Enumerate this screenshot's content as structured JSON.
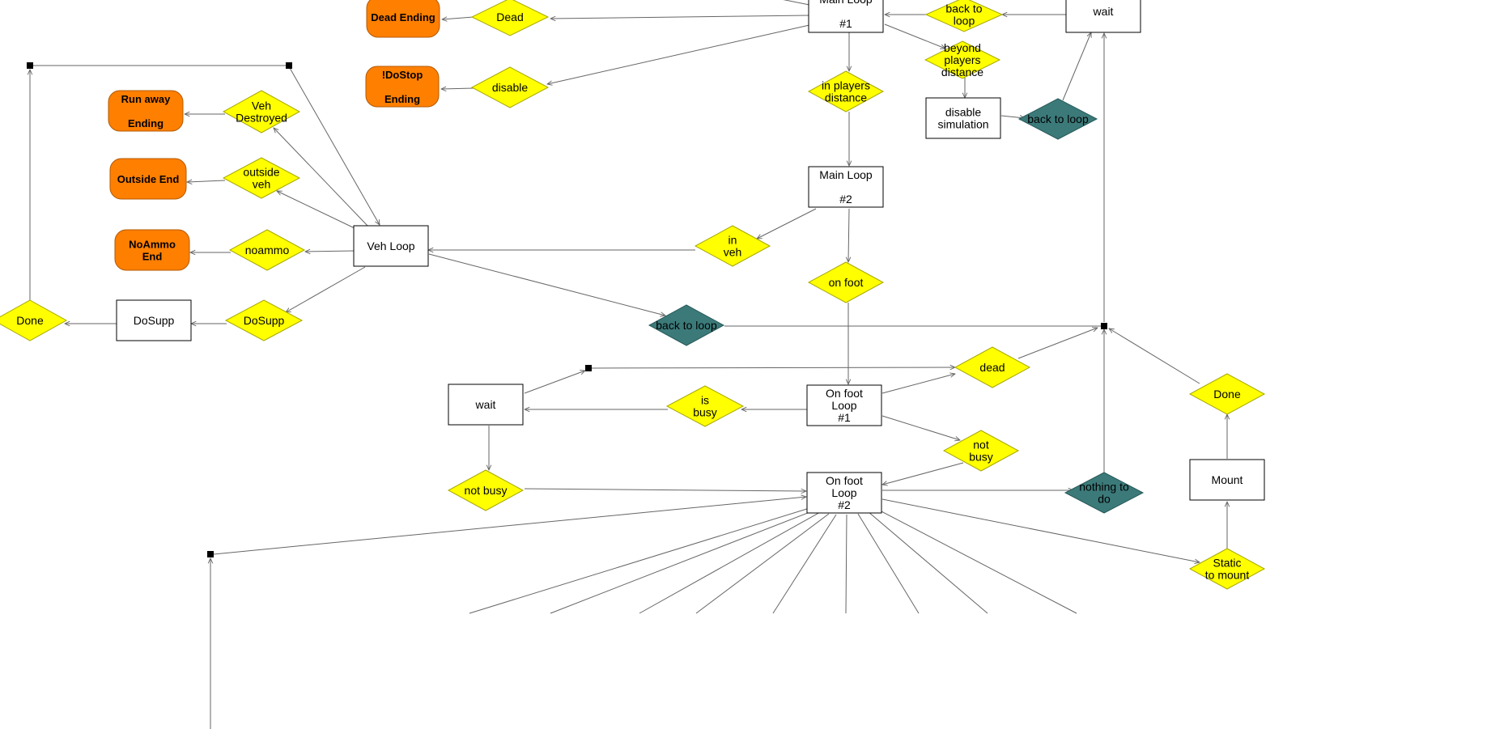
{
  "diagram": {
    "colors": {
      "background": "#ffffff",
      "box_fill": "#ffffff",
      "box_stroke": "#000000",
      "decision_fill": "#ffff00",
      "decision_stroke": "#a8a800",
      "teal_fill": "#3c7a7a",
      "teal_stroke": "#285a5a",
      "ending_fill": "#ff7f00",
      "ending_stroke": "#b35900",
      "edge": "#666666",
      "junction": "#000000"
    },
    "nodes": [
      {
        "id": "main1",
        "kind": "box",
        "lines": [
          "Main Loop",
          "",
          "#1"
        ]
      },
      {
        "id": "wait_top",
        "kind": "box",
        "lines": [
          "wait"
        ]
      },
      {
        "id": "back_to_loop_top",
        "kind": "decision",
        "lines": [
          "back to",
          "loop"
        ]
      },
      {
        "id": "dead_top",
        "kind": "decision",
        "lines": [
          "Dead"
        ]
      },
      {
        "id": "dead_ending",
        "kind": "ending",
        "lines": [
          "Dead Ending"
        ]
      },
      {
        "id": "disable",
        "kind": "decision",
        "lines": [
          "disable"
        ]
      },
      {
        "id": "dostop_ending",
        "kind": "ending",
        "lines": [
          "!DoStop",
          "",
          "Ending"
        ]
      },
      {
        "id": "beyond",
        "kind": "decision",
        "lines": [
          "beyond",
          "players",
          "distance"
        ]
      },
      {
        "id": "in_players",
        "kind": "decision",
        "lines": [
          "in players",
          "distance"
        ]
      },
      {
        "id": "disable_sim",
        "kind": "box",
        "lines": [
          "disable",
          "simulation"
        ]
      },
      {
        "id": "back_to_loop_teal1",
        "kind": "teal",
        "lines": [
          "back to loop"
        ]
      },
      {
        "id": "main2",
        "kind": "box",
        "lines": [
          "Main Loop",
          "",
          "#2"
        ]
      },
      {
        "id": "in_veh",
        "kind": "decision",
        "lines": [
          "in",
          "veh"
        ]
      },
      {
        "id": "on_foot",
        "kind": "decision",
        "lines": [
          "on foot"
        ]
      },
      {
        "id": "veh_loop",
        "kind": "box",
        "lines": [
          "Veh Loop"
        ]
      },
      {
        "id": "veh_destroyed",
        "kind": "decision",
        "lines": [
          "Veh",
          "Destroyed"
        ]
      },
      {
        "id": "run_away",
        "kind": "ending",
        "lines": [
          "Run away",
          "",
          "Ending"
        ]
      },
      {
        "id": "outside_veh",
        "kind": "decision",
        "lines": [
          "outside",
          "veh"
        ]
      },
      {
        "id": "outside_end",
        "kind": "ending",
        "lines": [
          "Outside End"
        ]
      },
      {
        "id": "noammo",
        "kind": "decision",
        "lines": [
          "noammo"
        ]
      },
      {
        "id": "noammo_end",
        "kind": "ending",
        "lines": [
          "NoAmmo",
          "End"
        ]
      },
      {
        "id": "dosupp_dec",
        "kind": "decision",
        "lines": [
          "DoSupp"
        ]
      },
      {
        "id": "dosupp_box",
        "kind": "box",
        "lines": [
          "DoSupp"
        ]
      },
      {
        "id": "done_left",
        "kind": "decision",
        "lines": [
          "Done"
        ]
      },
      {
        "id": "back_to_loop_teal2",
        "kind": "teal",
        "lines": [
          "back to loop"
        ]
      },
      {
        "id": "dead_mid",
        "kind": "decision",
        "lines": [
          "dead"
        ]
      },
      {
        "id": "onfoot1",
        "kind": "box",
        "lines": [
          "On foot",
          "Loop",
          "#1"
        ]
      },
      {
        "id": "is_busy",
        "kind": "decision",
        "lines": [
          "is",
          "busy"
        ]
      },
      {
        "id": "wait_mid",
        "kind": "box",
        "lines": [
          "wait"
        ]
      },
      {
        "id": "not_busy_left",
        "kind": "decision",
        "lines": [
          "not busy"
        ]
      },
      {
        "id": "not_busy_right",
        "kind": "decision",
        "lines": [
          "not",
          "busy"
        ]
      },
      {
        "id": "onfoot2",
        "kind": "box",
        "lines": [
          "On foot",
          "Loop",
          "#2"
        ]
      },
      {
        "id": "nothing_to_do",
        "kind": "teal",
        "lines": [
          "nothing to",
          "do"
        ]
      },
      {
        "id": "done_right",
        "kind": "decision",
        "lines": [
          "Done"
        ]
      },
      {
        "id": "mount",
        "kind": "box",
        "lines": [
          "Mount"
        ]
      },
      {
        "id": "static_mount",
        "kind": "decision",
        "lines": [
          "Static",
          "to mount"
        ]
      }
    ]
  }
}
